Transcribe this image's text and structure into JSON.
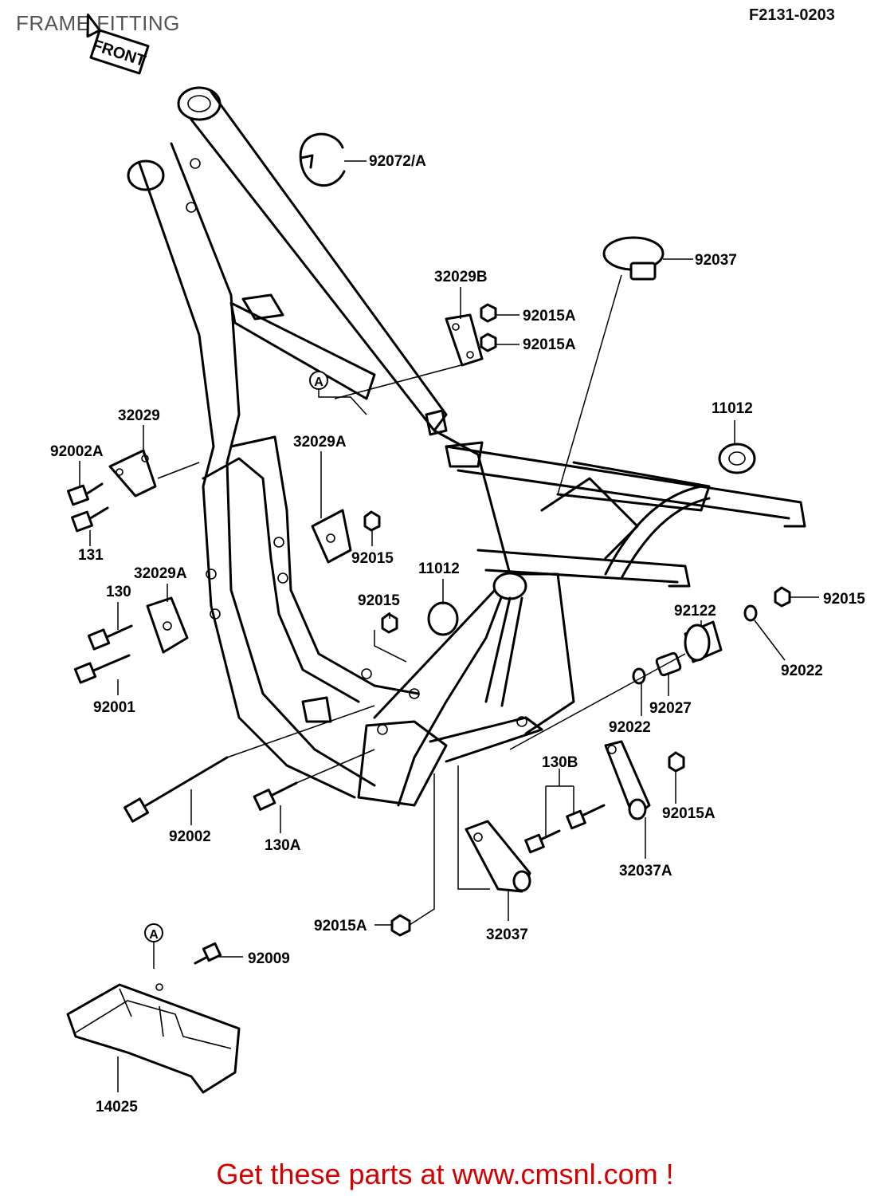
{
  "title": "FRAME FITTING",
  "diagram_ref": "F2131-0203",
  "front_label": "FRONT",
  "footer_text": "Get these parts at www.cmsnl.com !",
  "parts": [
    {
      "id": "p-92072a",
      "label": "92072/A"
    },
    {
      "id": "p-92037",
      "label": "92037"
    },
    {
      "id": "p-32029b",
      "label": "32029B"
    },
    {
      "id": "p-92015a-1",
      "label": "92015A"
    },
    {
      "id": "p-92015a-2",
      "label": "92015A"
    },
    {
      "id": "p-11012-1",
      "label": "11012"
    },
    {
      "id": "p-32029",
      "label": "32029"
    },
    {
      "id": "p-92002a",
      "label": "92002A"
    },
    {
      "id": "p-131",
      "label": "131"
    },
    {
      "id": "p-32029a-1",
      "label": "32029A"
    },
    {
      "id": "p-92015-1",
      "label": "92015"
    },
    {
      "id": "p-11012-2",
      "label": "11012"
    },
    {
      "id": "p-130",
      "label": "130"
    },
    {
      "id": "p-32029a-2",
      "label": "32029A"
    },
    {
      "id": "p-92015-2",
      "label": "92015"
    },
    {
      "id": "p-92015-3",
      "label": "92015"
    },
    {
      "id": "p-92122",
      "label": "92122"
    },
    {
      "id": "p-92022-1",
      "label": "92022"
    },
    {
      "id": "p-92001",
      "label": "92001"
    },
    {
      "id": "p-92027",
      "label": "92027"
    },
    {
      "id": "p-92022-2",
      "label": "92022"
    },
    {
      "id": "p-130b",
      "label": "130B"
    },
    {
      "id": "p-92015a-3",
      "label": "92015A"
    },
    {
      "id": "p-92002",
      "label": "92002"
    },
    {
      "id": "p-130a",
      "label": "130A"
    },
    {
      "id": "p-32037a",
      "label": "32037A"
    },
    {
      "id": "p-92015a-4",
      "label": "92015A"
    },
    {
      "id": "p-32037",
      "label": "32037"
    },
    {
      "id": "p-92009",
      "label": "92009"
    },
    {
      "id": "p-14025",
      "label": "14025"
    }
  ],
  "reference_marks": {
    "mark_a_upper": "A",
    "mark_a_lower": "A"
  }
}
